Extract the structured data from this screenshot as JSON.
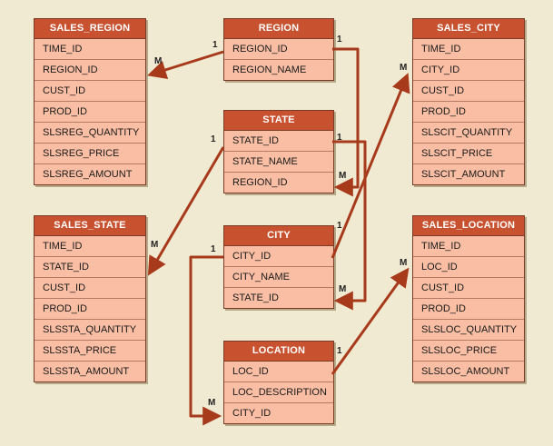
{
  "entities": {
    "sales_region": {
      "title": "SALES_REGION",
      "attrs": [
        "TIME_ID",
        "REGION_ID",
        "CUST_ID",
        "PROD_ID",
        "SLSREG_QUANTITY",
        "SLSREG_PRICE",
        "SLSREG_AMOUNT"
      ]
    },
    "region": {
      "title": "REGION",
      "attrs": [
        "REGION_ID",
        "REGION_NAME"
      ]
    },
    "sales_city": {
      "title": "SALES_CITY",
      "attrs": [
        "TIME_ID",
        "CITY_ID",
        "CUST_ID",
        "PROD_ID",
        "SLSCIT_QUANTITY",
        "SLSCIT_PRICE",
        "SLSCIT_AMOUNT"
      ]
    },
    "state": {
      "title": "STATE",
      "attrs": [
        "STATE_ID",
        "STATE_NAME",
        "REGION_ID"
      ]
    },
    "sales_state": {
      "title": "SALES_STATE",
      "attrs": [
        "TIME_ID",
        "STATE_ID",
        "CUST_ID",
        "PROD_ID",
        "SLSSTA_QUANTITY",
        "SLSSTA_PRICE",
        "SLSSTA_AMOUNT"
      ]
    },
    "city": {
      "title": "CITY",
      "attrs": [
        "CITY_ID",
        "CITY_NAME",
        "STATE_ID"
      ]
    },
    "sales_location": {
      "title": "SALES_LOCATION",
      "attrs": [
        "TIME_ID",
        "LOC_ID",
        "CUST_ID",
        "PROD_ID",
        "SLSLOC_QUANTITY",
        "SLSLOC_PRICE",
        "SLSLOC_AMOUNT"
      ]
    },
    "location": {
      "title": "LOCATION",
      "attrs": [
        "LOC_ID",
        "LOC_DESCRIPTION",
        "CITY_ID"
      ]
    }
  },
  "relationships": [
    {
      "from": "region.REGION_ID",
      "to": "sales_region.REGION_ID",
      "one": "1",
      "many": "M"
    },
    {
      "from": "region.REGION_ID",
      "to": "state.REGION_ID",
      "one": "1",
      "many": "M"
    },
    {
      "from": "state.STATE_ID",
      "to": "sales_state.STATE_ID",
      "one": "1",
      "many": "M"
    },
    {
      "from": "state.STATE_ID",
      "to": "city.STATE_ID",
      "one": "1",
      "many": "M"
    },
    {
      "from": "city.CITY_ID",
      "to": "sales_city.CITY_ID",
      "one": "1",
      "many": "M"
    },
    {
      "from": "city.CITY_ID",
      "to": "location.CITY_ID",
      "one": "1",
      "many": "M"
    },
    {
      "from": "location.LOC_ID",
      "to": "sales_location.LOC_ID",
      "one": "1",
      "many": "M"
    }
  ],
  "colors": {
    "header": "#c8512f",
    "body": "#f9bea3",
    "line": "#a83a1c",
    "background": "#f1ead2"
  }
}
